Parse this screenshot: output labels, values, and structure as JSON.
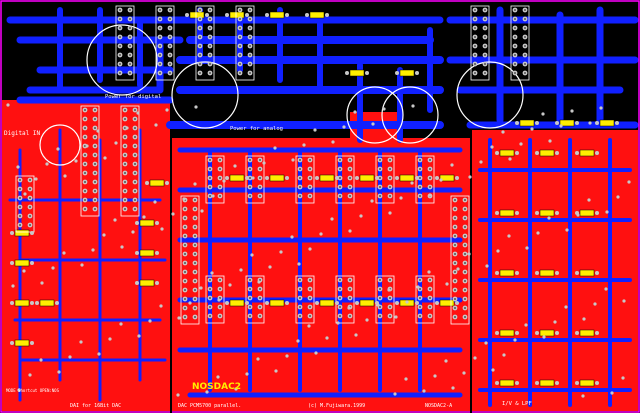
{
  "board": {
    "colors": {
      "bg": "#000000",
      "top_copper": "#ff1010",
      "bottom_copper": "#1020ff",
      "silkscreen": "#ffffff",
      "part": "#ffee00",
      "pad": "#c8c8c8",
      "via": "#303030",
      "outline": "#ff00ff"
    },
    "labels": {
      "power_digital": "Power for digital",
      "power_analog": "Power for analog",
      "digital_in": "Digital IN",
      "dai": "DAI  for  16Bit  DAC",
      "dac": "DAC  PCM5700  parallel.",
      "copyright": "(c)  M.Fujiwara.1999",
      "lpf": "I/V  &  LPF",
      "title": "NOSDAC2",
      "revision": "NOSDAC2-A",
      "mode": "MODE  Shortcut  OPEN:NOS"
    }
  }
}
